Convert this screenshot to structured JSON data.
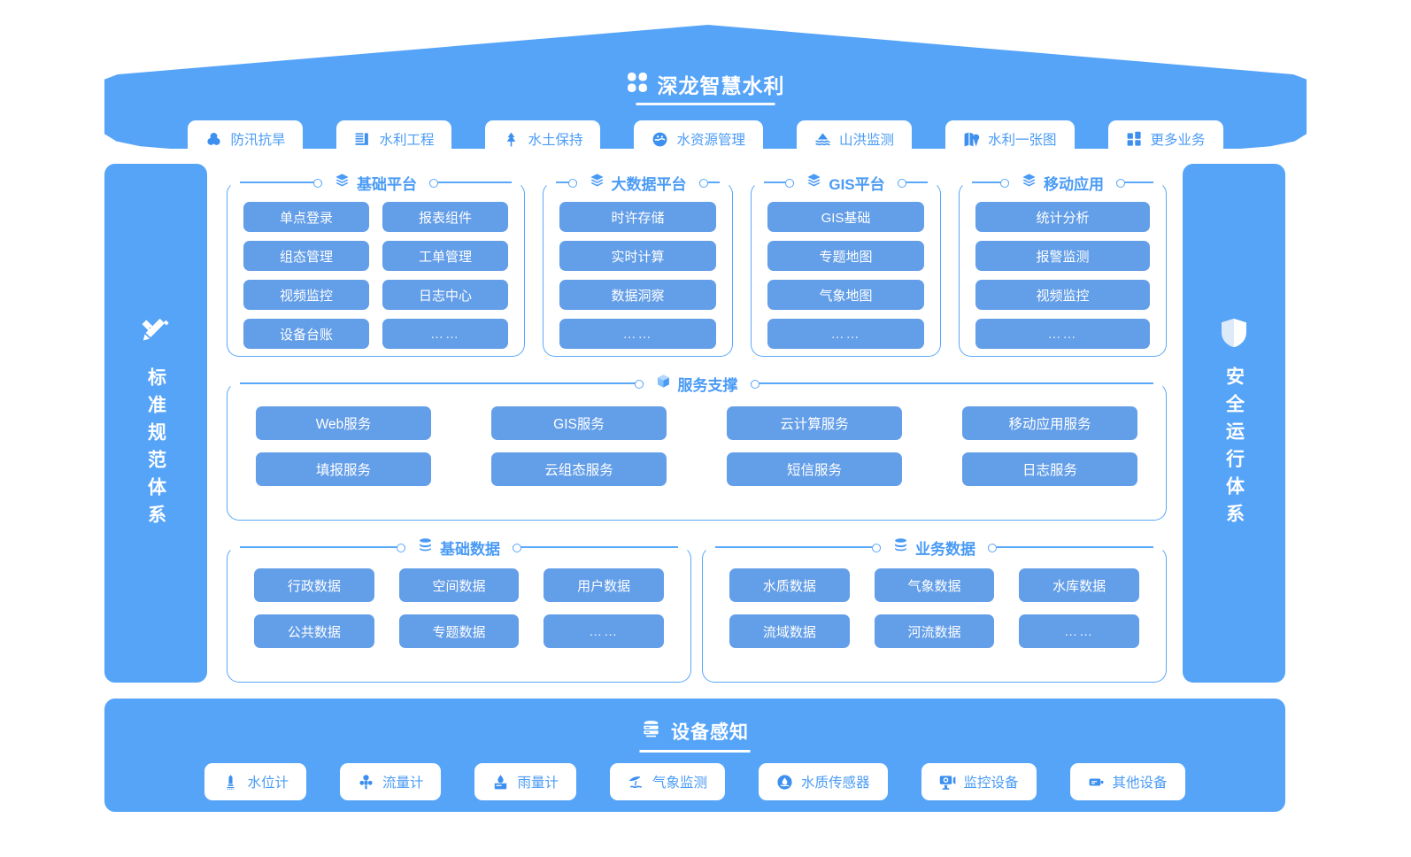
{
  "header": {
    "title": "深龙智慧水利",
    "logo_icon": "four-petal-logo-icon",
    "buttons": [
      {
        "label": "防汛抗旱",
        "icon": "flood-control-icon"
      },
      {
        "label": "水利工程",
        "icon": "water-engineering-icon"
      },
      {
        "label": "水土保持",
        "icon": "soil-conservation-tree-icon"
      },
      {
        "label": "水资源管理",
        "icon": "water-resource-icon"
      },
      {
        "label": "山洪监测",
        "icon": "mountain-flood-icon"
      },
      {
        "label": "水利一张图",
        "icon": "map-icon"
      },
      {
        "label": "更多业务",
        "icon": "grid-more-icon"
      }
    ]
  },
  "left_panel": {
    "text": "标准规范体系",
    "icon": "ruler-pencil-icon"
  },
  "right_panel": {
    "text": "安全运行体系",
    "icon": "shield-icon"
  },
  "platforms": [
    {
      "title": "基础平台",
      "icon": "layers-icon",
      "layout": "grid2",
      "items": [
        "单点登录",
        "报表组件",
        "组态管理",
        "工单管理",
        "视频监控",
        "日志中心",
        "设备台账",
        "……"
      ]
    },
    {
      "title": "大数据平台",
      "icon": "layers-icon",
      "layout": "grid1",
      "items": [
        "时许存储",
        "实时计算",
        "数据洞察",
        "……"
      ]
    },
    {
      "title": "GIS平台",
      "icon": "layers-icon",
      "layout": "grid1",
      "items": [
        "GIS基础",
        "专题地图",
        "气象地图",
        "……"
      ]
    },
    {
      "title": "移动应用",
      "icon": "layers-icon",
      "layout": "grid1",
      "items": [
        "统计分析",
        "报警监测",
        "视频监控",
        "……"
      ]
    }
  ],
  "service_support": {
    "title": "服务支撑",
    "icon": "cube-icon",
    "items": [
      "Web服务",
      "GIS服务",
      "云计算服务",
      "移动应用服务",
      "填报服务",
      "云组态服务",
      "短信服务",
      "日志服务"
    ]
  },
  "data_sections": [
    {
      "title": "基础数据",
      "icon": "database-icon",
      "items": [
        "行政数据",
        "空间数据",
        "用户数据",
        "公共数据",
        "专题数据",
        "……"
      ]
    },
    {
      "title": "业务数据",
      "icon": "database-icon",
      "items": [
        "水质数据",
        "气象数据",
        "水库数据",
        "流域数据",
        "河流数据",
        "……"
      ]
    }
  ],
  "footer": {
    "title": "设备感知",
    "icon": "server-stack-icon",
    "buttons": [
      {
        "label": "水位计",
        "icon": "water-level-gauge-icon"
      },
      {
        "label": "流量计",
        "icon": "flow-meter-icon"
      },
      {
        "label": "雨量计",
        "icon": "rain-gauge-icon"
      },
      {
        "label": "气象监测",
        "icon": "weather-monitor-icon"
      },
      {
        "label": "水质传感器",
        "icon": "water-quality-sensor-icon"
      },
      {
        "label": "监控设备",
        "icon": "camera-icon"
      },
      {
        "label": "其他设备",
        "icon": "other-device-icon"
      }
    ]
  },
  "colors": {
    "brand_blue": "#56a4f8",
    "tile_blue": "#639ee8",
    "outline_blue": "#5aa8f8",
    "title_blue": "#4a9bf5",
    "white": "#ffffff"
  }
}
